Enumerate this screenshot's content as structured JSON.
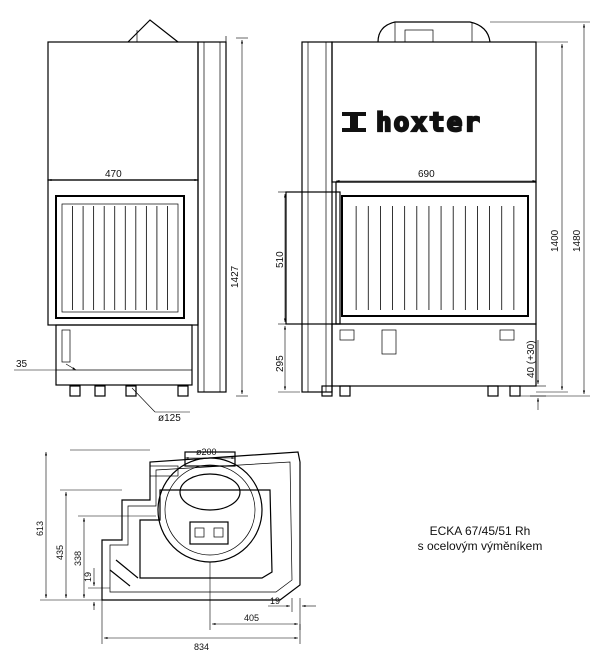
{
  "brand": "hoxter",
  "caption": {
    "line1": "ECKA 67/45/51 Rh",
    "line2": "s ocelovým výměníkem"
  },
  "side_view": {
    "width": "470",
    "height": "1427",
    "offset": "35",
    "flue": "ø125"
  },
  "front_view": {
    "width": "690",
    "glass_height": "510",
    "base_height": "295",
    "legs": "40 (+30)",
    "height_body": "1400",
    "height_total": "1480"
  },
  "plan_view": {
    "flue": "ø200",
    "depth": "613",
    "d435": "435",
    "d338": "338",
    "d19_left": "19",
    "d19_right": "19",
    "d405": "405",
    "width": "834"
  }
}
